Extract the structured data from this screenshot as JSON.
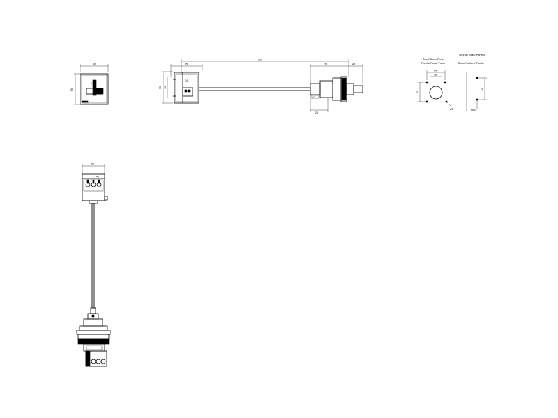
{
  "front_view": {
    "dims": {
      "width": "90",
      "height": "95"
    },
    "center_mark": "I"
  },
  "side_view": {
    "dims": {
      "overall": "300",
      "top_left": "65",
      "left_depth": "40",
      "mid_left": "34",
      "left_height": "75",
      "shaft_right": "75",
      "right_tip": "40",
      "bottom_right": "26",
      "small_box": "ø22"
    }
  },
  "cutouts": {
    "left_title_line1": "Tueri/ Door/ Porte",
    "left_title_line2": "Puerta/ Porta/ Porta",
    "right_title_line1": "Schrnk/ Seite/ Paneel/",
    "right_title_line2": "Door/ Portiere/ Fondo",
    "left_dims": {
      "w1": "64",
      "w2": "36",
      "h": "48",
      "hole": "ø5"
    },
    "right_dims": {
      "h": "48",
      "note": "max"
    }
  },
  "vertical_view": {
    "dims": {
      "top": "80"
    },
    "label": "40"
  }
}
